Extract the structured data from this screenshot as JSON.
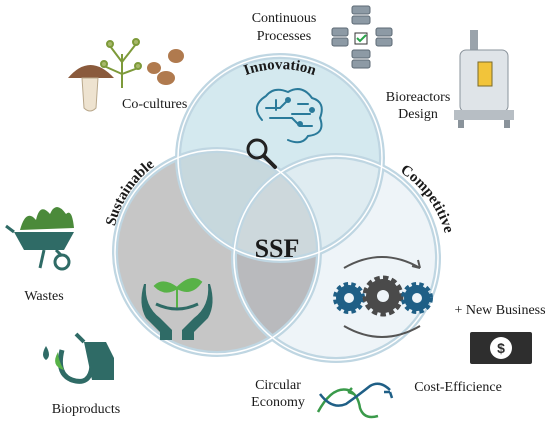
{
  "venn": {
    "center_label": "SSF",
    "circles": [
      {
        "label": "Innovation"
      },
      {
        "label": "Sustainable"
      },
      {
        "label": "Competitive"
      }
    ]
  },
  "labels": {
    "continuous_processes_line1": "Continuous",
    "continuous_processes_line2": "Processes",
    "co_cultures": "Co-cultures",
    "bioreactors_line1": "Bioreactors",
    "bioreactors_line2": "Design",
    "wastes": "Wastes",
    "bioproducts": "Bioproducts",
    "new_business": "+ New Business",
    "cost_efficience": "Cost-Efficience",
    "circular_economy_line1": "Circular",
    "circular_economy_line2": "Economy"
  },
  "colors": {
    "innovation_fill": "#d4e9ef",
    "sustainable_fill": "#c6c6c6",
    "competitive_fill": "#eef4f8",
    "ring": "#bfd6e2",
    "teal": "#2f6b66",
    "green": "#58b247",
    "blue_gear": "#1f5f86",
    "dark_gear": "#4a4a4a"
  },
  "icons": [
    "mushroom-icon",
    "fungi-icon",
    "seeds-icon",
    "server-stack-icon",
    "bioreactor-icon",
    "brain-circuit-icon",
    "magnifier-icon",
    "plant-hands-icon",
    "gears-icon",
    "wheelbarrow-icon",
    "fuel-nozzle-icon",
    "banknote-icon",
    "circular-arrows-icon"
  ]
}
